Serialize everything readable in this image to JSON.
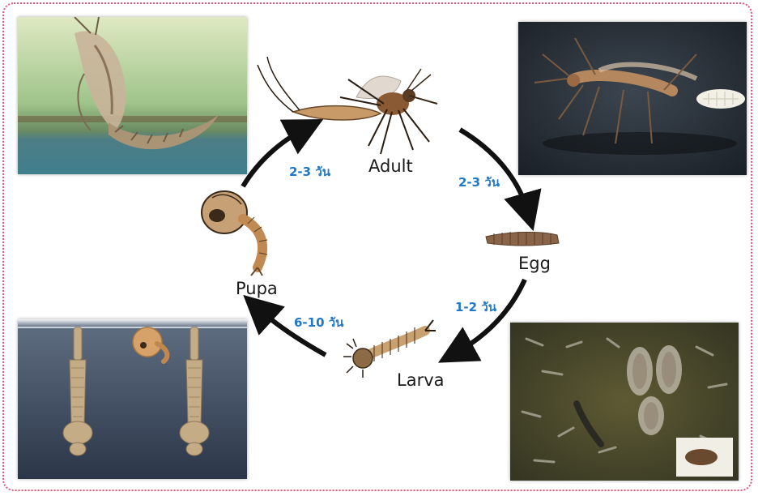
{
  "stages": {
    "adult": "Adult",
    "egg": "Egg",
    "larva": "Larva",
    "pupa": "Pupa"
  },
  "durations": {
    "adult_to_egg": "2-3 วัน",
    "egg_to_larva": "1-2 วัน",
    "larva_to_pupa": "6-10 วัน",
    "pupa_to_adult": "2-3 วัน"
  },
  "colors": {
    "frame": "#e0537a",
    "duration_text": "#1f78c8",
    "arrow": "#111111"
  }
}
